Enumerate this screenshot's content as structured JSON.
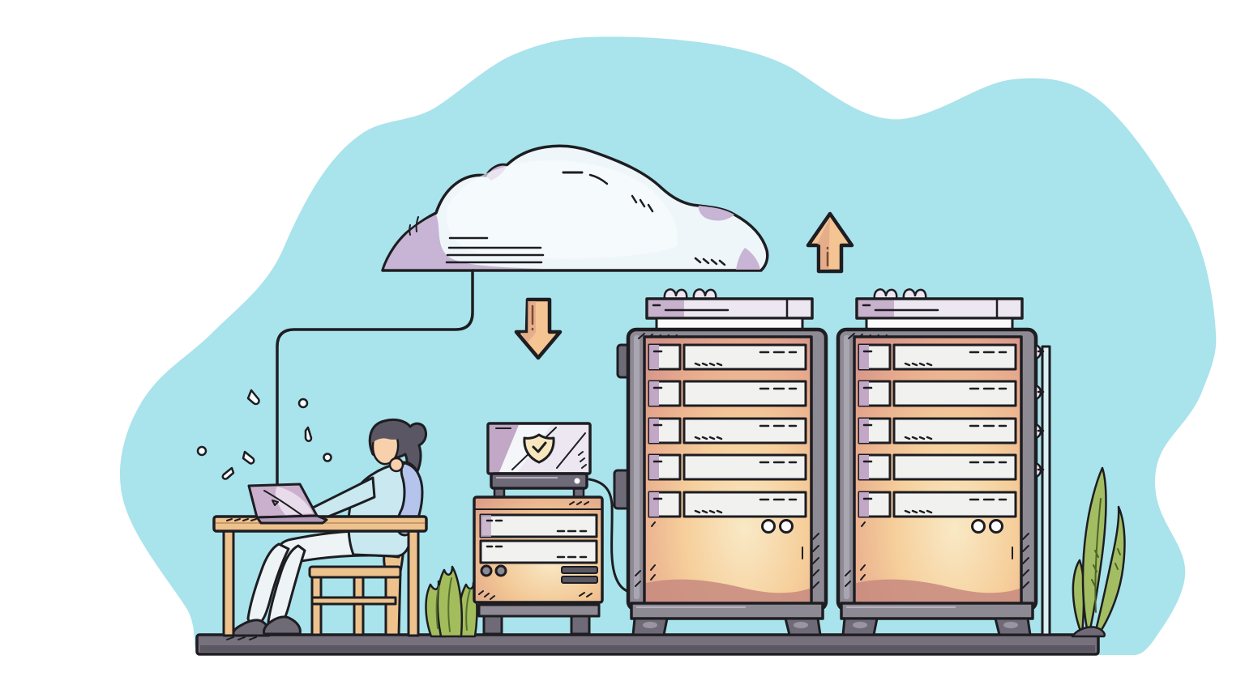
{
  "scene": {
    "description": "Hand-drawn flat illustration of cloud data storage: a woman works on a laptop at a desk, a cable links her laptop to a large cloud above, a download arrow points to a small security server topped by a monitor with a shield check icon, and an upload arrow rises above two tall server racks; leafy plants sit on the gray ground bar, all on an organic teal blob background.",
    "elements": {
      "cloud": {
        "name": "cloud",
        "speed_lines": 4
      },
      "connection_wire": {
        "name": "laptop-to-cloud-wire"
      },
      "download_arrow": {
        "name": "down-arrow",
        "direction": "down"
      },
      "upload_arrow": {
        "name": "up-arrow",
        "direction": "up"
      },
      "person": {
        "name": "woman-working-on-laptop",
        "pose": "seated, hand on chin",
        "sparks": 7
      },
      "desk": {
        "name": "wooden-desk"
      },
      "chair": {
        "name": "wooden-chair"
      },
      "laptop": {
        "name": "laptop"
      },
      "security_appliance": {
        "name": "security-server",
        "monitor_icon": "shield-check",
        "slots": 2,
        "buttons": 2,
        "vents": 2
      },
      "server_rack_left": {
        "name": "server-rack",
        "slots": 5,
        "buttons": 2
      },
      "server_rack_right": {
        "name": "server-rack",
        "slots": 5,
        "buttons": 2,
        "cable_conduit_clips": 4
      },
      "bush": {
        "name": "bush-plant",
        "lobes": 3
      },
      "seaweed": {
        "name": "tall-grass-plant",
        "blades": 3
      },
      "ground": {
        "name": "ground-bar"
      }
    }
  },
  "colors": {
    "outline": "#1d1d22",
    "teal": "#a9e3eb",
    "white": "#ffffff",
    "cloud_fill": "#eef6f9",
    "cloud_shadow": "#c8b4d4",
    "cloud_highlight": "#f9fcfd",
    "wood": "#eec28d",
    "wood_dark": "#c89a6b",
    "skin": "#f8d0ab",
    "hair": "#5b5663",
    "sweater": "#c9e8f0",
    "sleeve": "#b4c4ec",
    "pants": "#eef4f6",
    "shoe": "#6f6a76",
    "laptop": "#cbb0cd",
    "laptop_light": "#e9dcea",
    "laptop_dark": "#b49ab8",
    "metal": "#8e8a94",
    "metal_dark": "#6f6a77",
    "metal_light": "#b7b2bd",
    "panel_light": "#ece7f0",
    "lavender": "#c2a7c6",
    "slot": "#f1f2f0",
    "salmon": "#d4948a",
    "peach": "#f6cf9b",
    "cream": "#f9e9c6",
    "rose": "#c7897f",
    "arrow": "#f5c493",
    "arrow_shade": "#e3a98a",
    "arrow_dash": "#7a4a33",
    "green": "#a3bd5c",
    "green_dark": "#55702f",
    "seagreen": "#a3bd62",
    "seagreen_dark": "#4e6428",
    "ground": "#76717c",
    "ground_dark": "#5b5763",
    "shield": "#f8e7bd",
    "spark": "#f7fcfd"
  }
}
